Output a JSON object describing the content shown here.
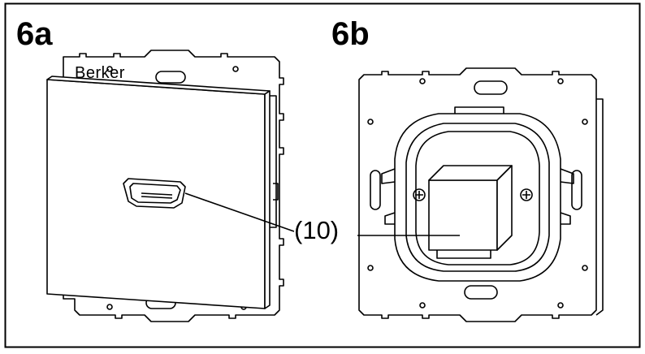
{
  "figures": [
    {
      "label": "6a"
    },
    {
      "label": "6b"
    }
  ],
  "brand_text": "Berker",
  "callout": {
    "text": "(10)"
  },
  "colors": {
    "stroke": "#000000",
    "background": "#ffffff",
    "cover_fill": "#ffffff"
  }
}
